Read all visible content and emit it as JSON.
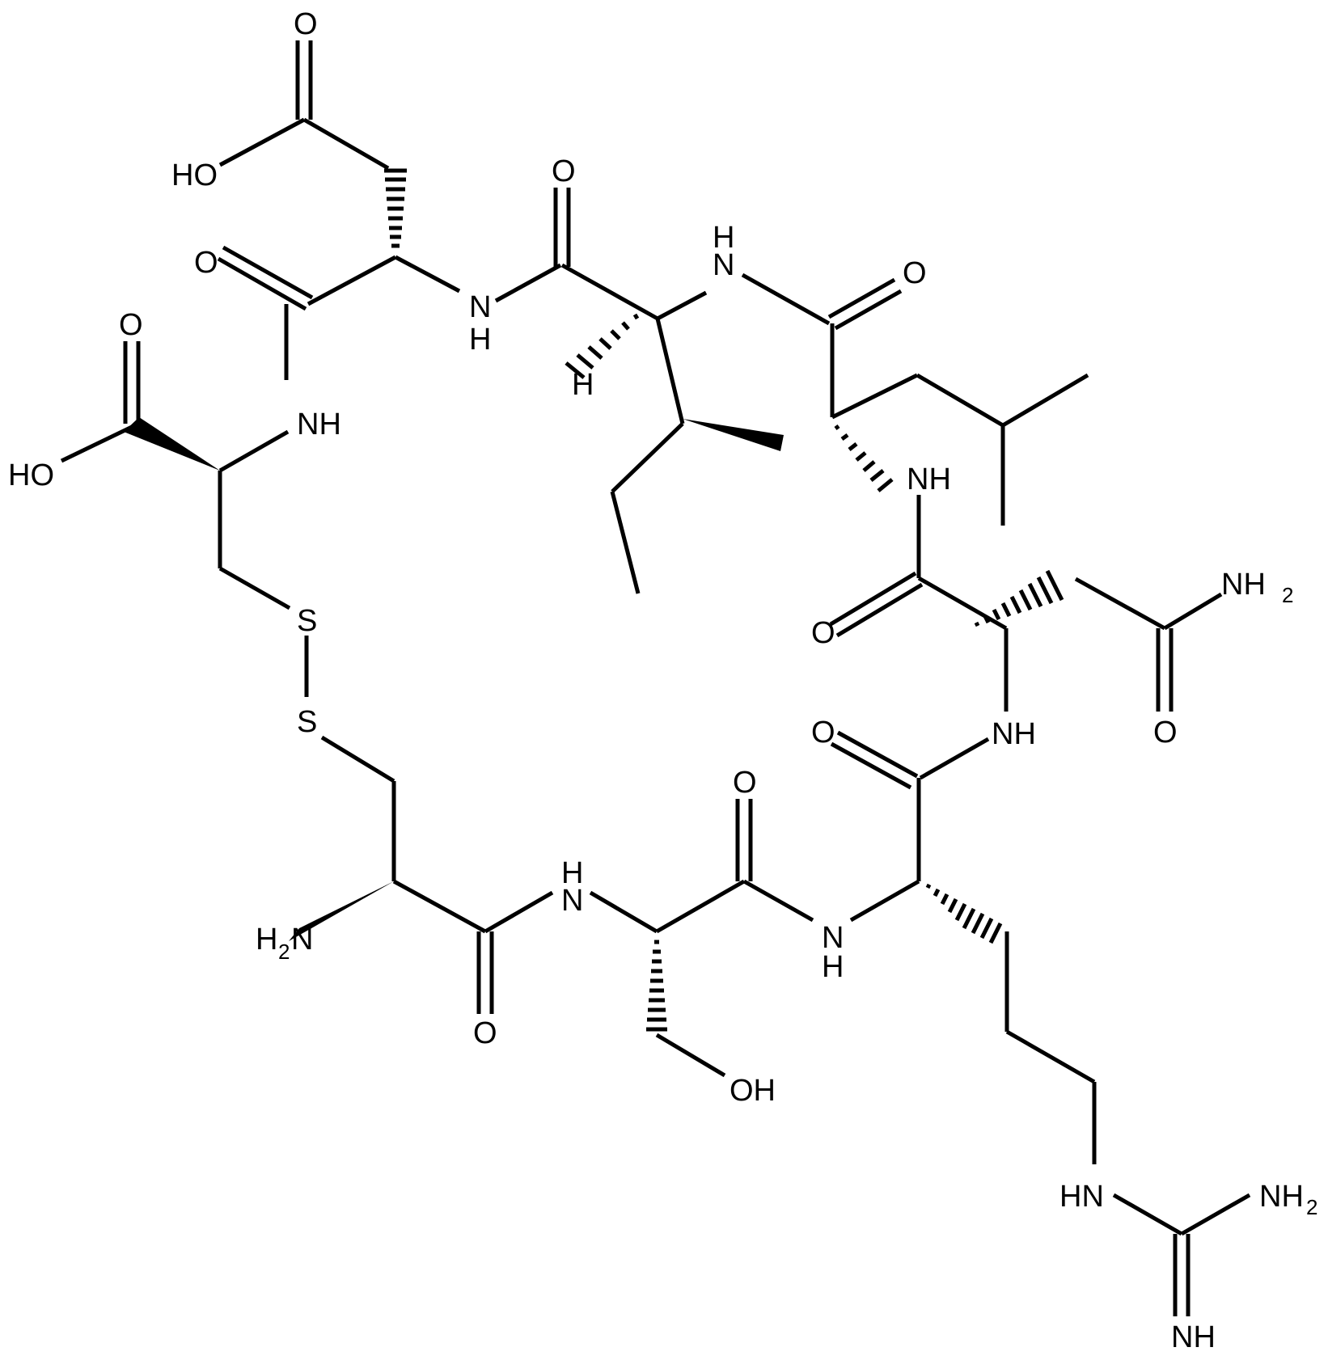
{
  "diagram": {
    "type": "chemical-structure",
    "description": "Cyclic peptide with a cystine disulfide bridge",
    "residues": [
      "Cys",
      "Ser",
      "Arg",
      "Asn",
      "Leu",
      "Ile",
      "Asp",
      "Cys"
    ],
    "labels": {
      "asp_o": "O",
      "asp_ho": "HO",
      "asp_amide_o": "O",
      "asp_nh_n": "N",
      "asp_nh_h": "H",
      "ile_co_o": "O",
      "ile_nh_n": "N",
      "ile_nh_h": "H",
      "ile_h": "H",
      "leu_co_o": "O",
      "leu_nh": "NH",
      "cys2_acid_o": "O",
      "cys2_ho": "HO",
      "cys2_nh": "NH",
      "s1": "S",
      "s2": "S",
      "asn_co_o": "O",
      "asn_nh2": "NH",
      "asn_nh2_sub": "2",
      "asn_side_o": "O",
      "asn_nh": "NH",
      "arg_co_o": "O",
      "cys1_h2n_h": "H",
      "cys1_h2n_sub": "2",
      "cys1_h2n_n": "N",
      "cys1_co_o": "O",
      "ser_nh_n": "N",
      "ser_nh_h": "H",
      "ser_co_o": "O",
      "ser_oh": "OH",
      "arg_nh_n": "N",
      "arg_nh_h": "H",
      "guan_hn": "HN",
      "guan_nh2": "NH",
      "guan_nh2_sub": "2",
      "guan_nh": "NH"
    }
  }
}
